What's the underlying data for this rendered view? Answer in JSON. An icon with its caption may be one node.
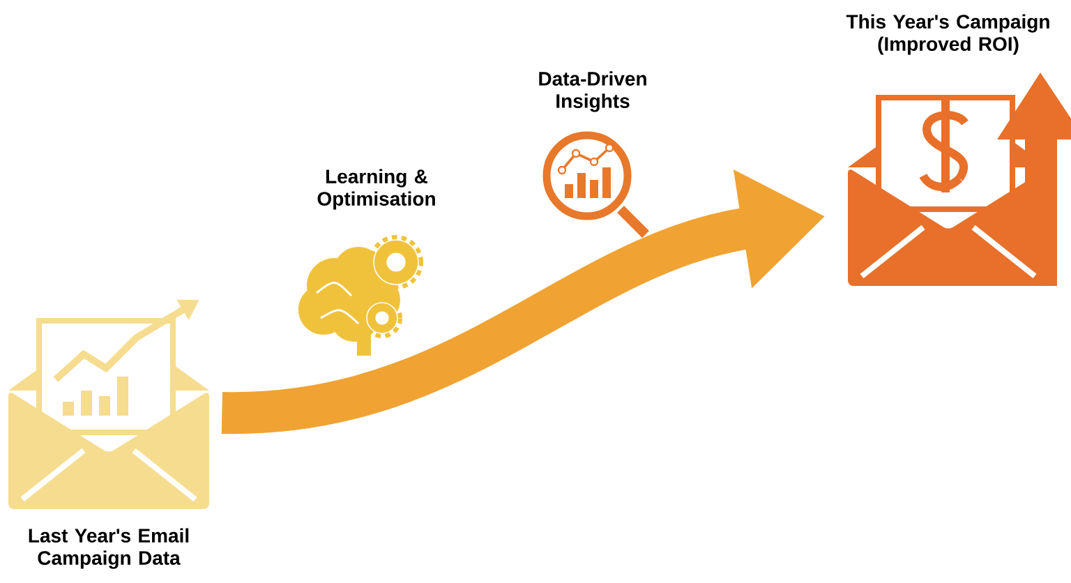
{
  "diagram": {
    "nodes": [
      {
        "text": [
          "Last Year's Email Campaign Data"
        ]
      },
      {
        "text": [
          "Learning & Optimisation"
        ]
      },
      {
        "text": [
          "Data-Driven Insights"
        ]
      },
      {
        "text": [
          "This Year's Campaign (Improved ROI)"
        ]
      }
    ],
    "edges": [
      {
        "from": 0,
        "to": 3,
        "arrow": "to"
      }
    ]
  }
}
